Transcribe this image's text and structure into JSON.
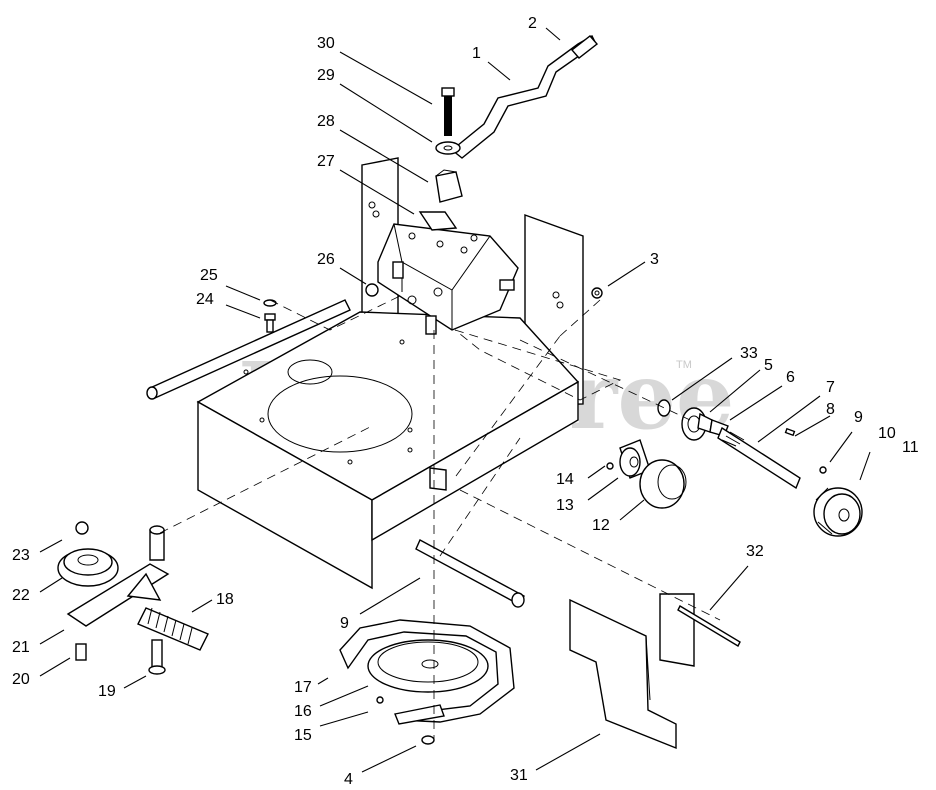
{
  "watermark": {
    "text": "PartsTree",
    "trademark": "TM"
  },
  "callouts": [
    {
      "id": "c30",
      "label": "30"
    },
    {
      "id": "c2",
      "label": "2"
    },
    {
      "id": "c1",
      "label": "1"
    },
    {
      "id": "c29",
      "label": "29"
    },
    {
      "id": "c28",
      "label": "28"
    },
    {
      "id": "c27",
      "label": "27"
    },
    {
      "id": "c26",
      "label": "26"
    },
    {
      "id": "c3",
      "label": "3"
    },
    {
      "id": "c25",
      "label": "25"
    },
    {
      "id": "c24",
      "label": "24"
    },
    {
      "id": "c33",
      "label": "33"
    },
    {
      "id": "c5",
      "label": "5"
    },
    {
      "id": "c6",
      "label": "6"
    },
    {
      "id": "c7",
      "label": "7"
    },
    {
      "id": "c8",
      "label": "8"
    },
    {
      "id": "c9a",
      "label": "9"
    },
    {
      "id": "c10",
      "label": "10"
    },
    {
      "id": "c11",
      "label": "11"
    },
    {
      "id": "c14",
      "label": "14"
    },
    {
      "id": "c13",
      "label": "13"
    },
    {
      "id": "c12",
      "label": "12"
    },
    {
      "id": "c23",
      "label": "23"
    },
    {
      "id": "c22",
      "label": "22"
    },
    {
      "id": "c18",
      "label": "18"
    },
    {
      "id": "c21",
      "label": "21"
    },
    {
      "id": "c20",
      "label": "20"
    },
    {
      "id": "c19",
      "label": "19"
    },
    {
      "id": "c9b",
      "label": "9"
    },
    {
      "id": "c17",
      "label": "17"
    },
    {
      "id": "c16",
      "label": "16"
    },
    {
      "id": "c15",
      "label": "15"
    },
    {
      "id": "c4",
      "label": "4"
    },
    {
      "id": "c32",
      "label": "32"
    },
    {
      "id": "c31",
      "label": "31"
    }
  ]
}
